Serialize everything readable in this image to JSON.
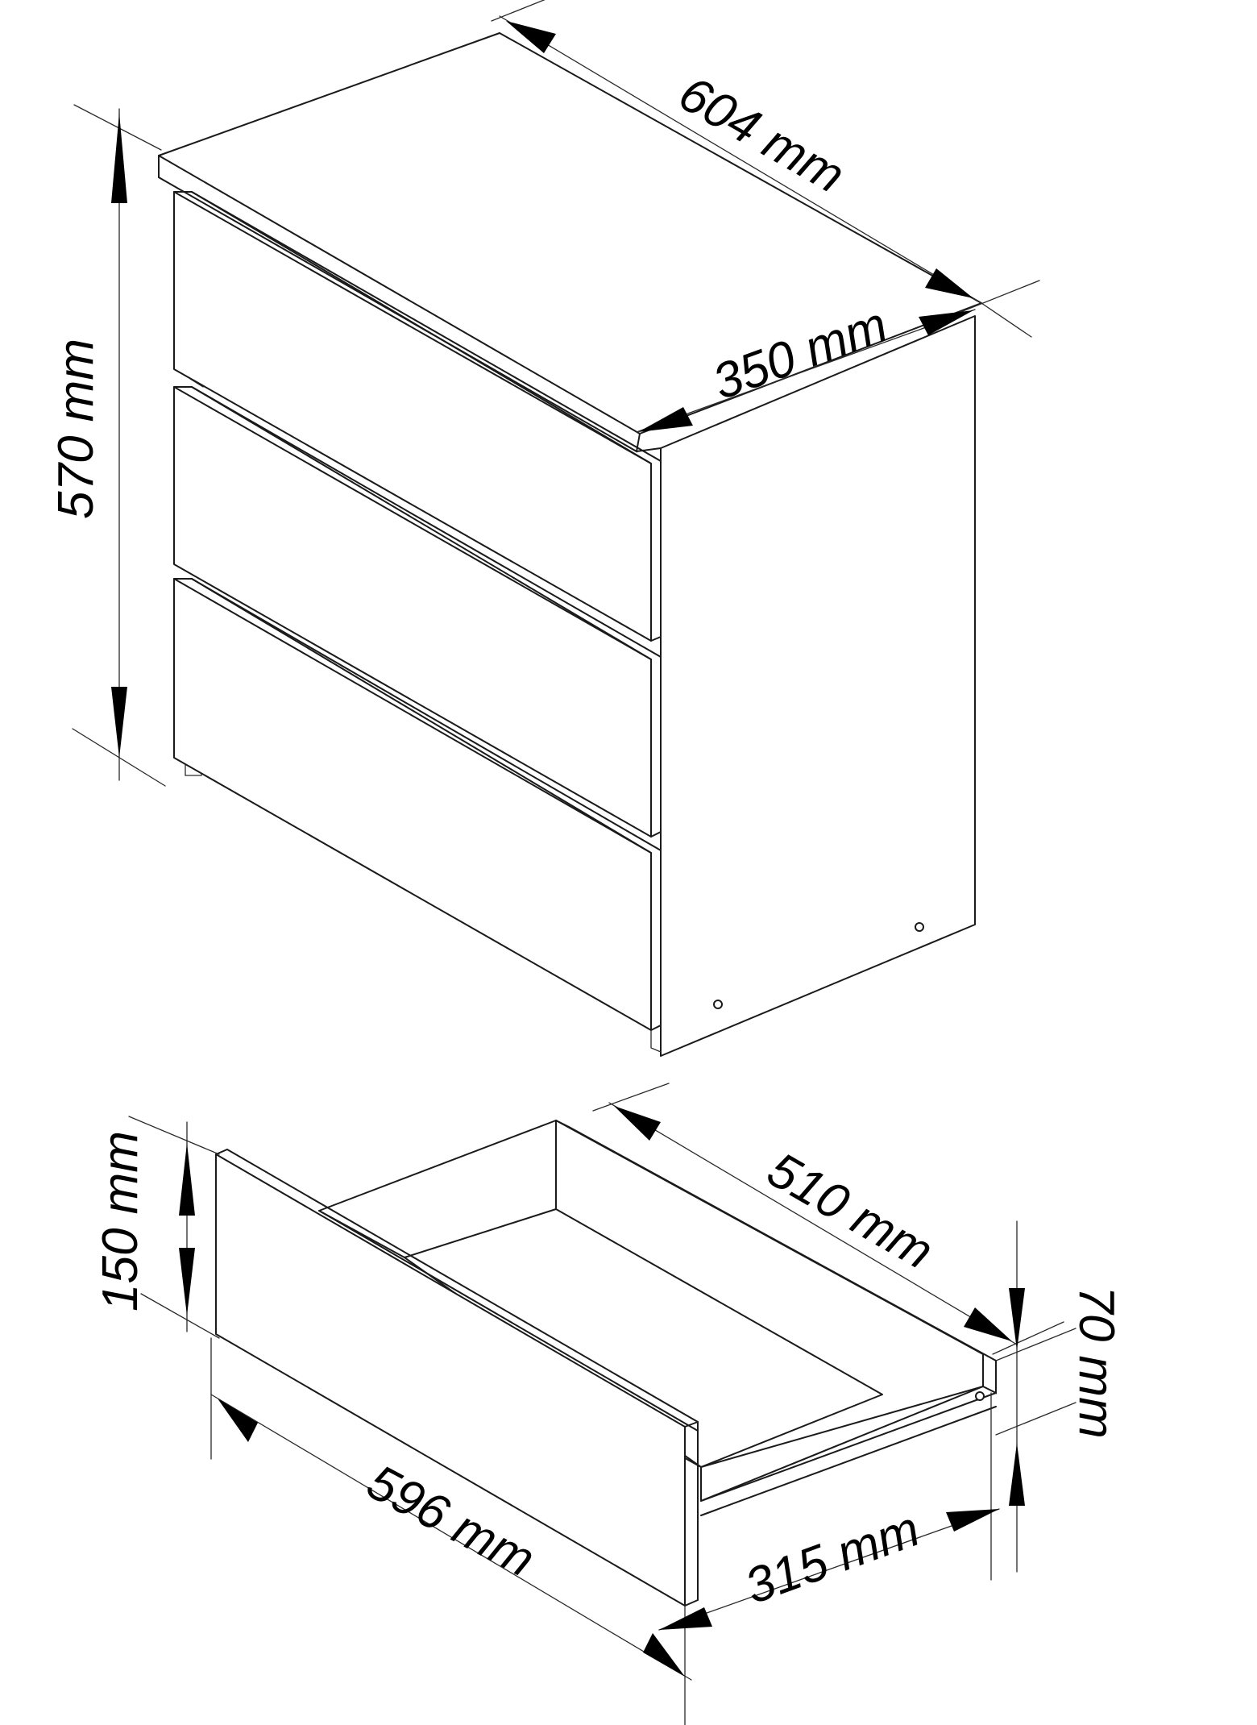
{
  "cabinet": {
    "width_label": "604 mm",
    "depth_label": "350 mm",
    "height_label": "570 mm",
    "drawer_count": 3
  },
  "drawer": {
    "front_width_label": "596 mm",
    "front_height_label": "150 mm",
    "box_length_label": "510 mm",
    "box_width_label": "315 mm",
    "side_height_label": "70 mm"
  }
}
